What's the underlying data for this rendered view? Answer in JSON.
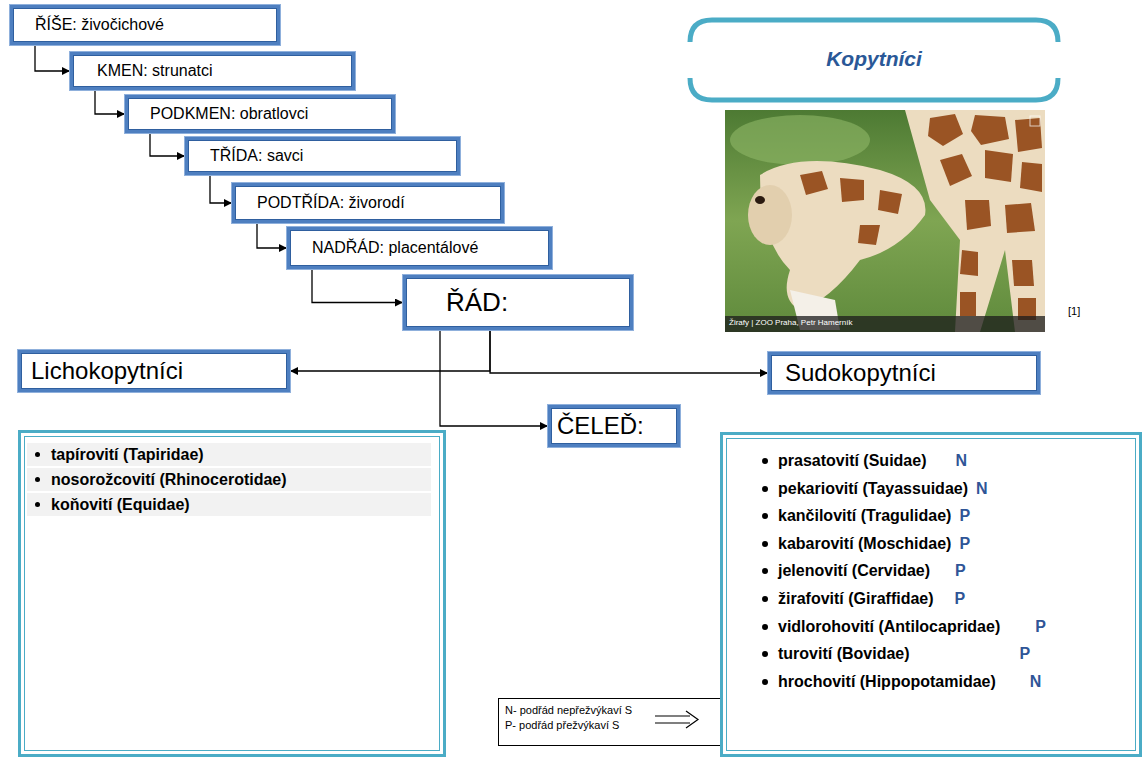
{
  "diagram": {
    "nodes": [
      {
        "text": [
          "ŘÍŠE: živočichové"
        ]
      },
      {
        "text": [
          "KMEN: strunatci"
        ]
      },
      {
        "text": [
          "PODKMEN: obratlovci"
        ]
      },
      {
        "text": [
          "TŘÍDA: savci"
        ]
      },
      {
        "text": [
          "PODTŘÍDA: živorodí"
        ]
      },
      {
        "text": [
          "NADŘÁD: placentálové"
        ]
      },
      {
        "text": [
          "ŘÁD:"
        ]
      },
      {
        "text": [
          "Kopytníci"
        ]
      },
      {
        "text": [
          "Lichokopytníci"
        ]
      },
      {
        "text": [
          "Sudokopytníci"
        ]
      },
      {
        "text": [
          "ČELEĎ:"
        ]
      },
      {
        "text": [
          "tapírovití (Tapiridae)",
          "nosorožcovití (Rhinocerotidae)",
          "koňovití (Equidae)"
        ]
      },
      {
        "text": [
          "N- podřád nepřežvýkaví S",
          "P- podřád přežvýkaví S"
        ]
      },
      {
        "text": [
          "prasatovití (Suidae)",
          "N",
          "pekariovití (Tayassuidae)",
          "N",
          "kančilovití (Tragulidae)",
          "P",
          "kabarovití (Moschidae)",
          "P",
          "jelenovití (Cervidae)",
          "P",
          "žirafovití (Giraffidae)",
          "P",
          "vidlorohovití (Antilocapridae)",
          "P",
          "turovití (Bovidae)",
          "P",
          "hrochovití (Hippopotamidae)",
          "N"
        ]
      }
    ],
    "edges": [
      {
        "from": 0,
        "to": 1,
        "arrow": "to"
      },
      {
        "from": 1,
        "to": 2,
        "arrow": "to"
      },
      {
        "from": 2,
        "to": 3,
        "arrow": "to"
      },
      {
        "from": 3,
        "to": 4,
        "arrow": "to"
      },
      {
        "from": 4,
        "to": 5,
        "arrow": "to"
      },
      {
        "from": 5,
        "to": 6,
        "arrow": "to"
      },
      {
        "from": 6,
        "to": 8,
        "arrow": "to"
      },
      {
        "from": 6,
        "to": 9,
        "arrow": "to"
      },
      {
        "from": 6,
        "to": 10,
        "arrow": "to"
      }
    ],
    "labels": [
      "Žirafy | ZOO Praha, Petr Hamerník",
      "[1]"
    ]
  }
}
